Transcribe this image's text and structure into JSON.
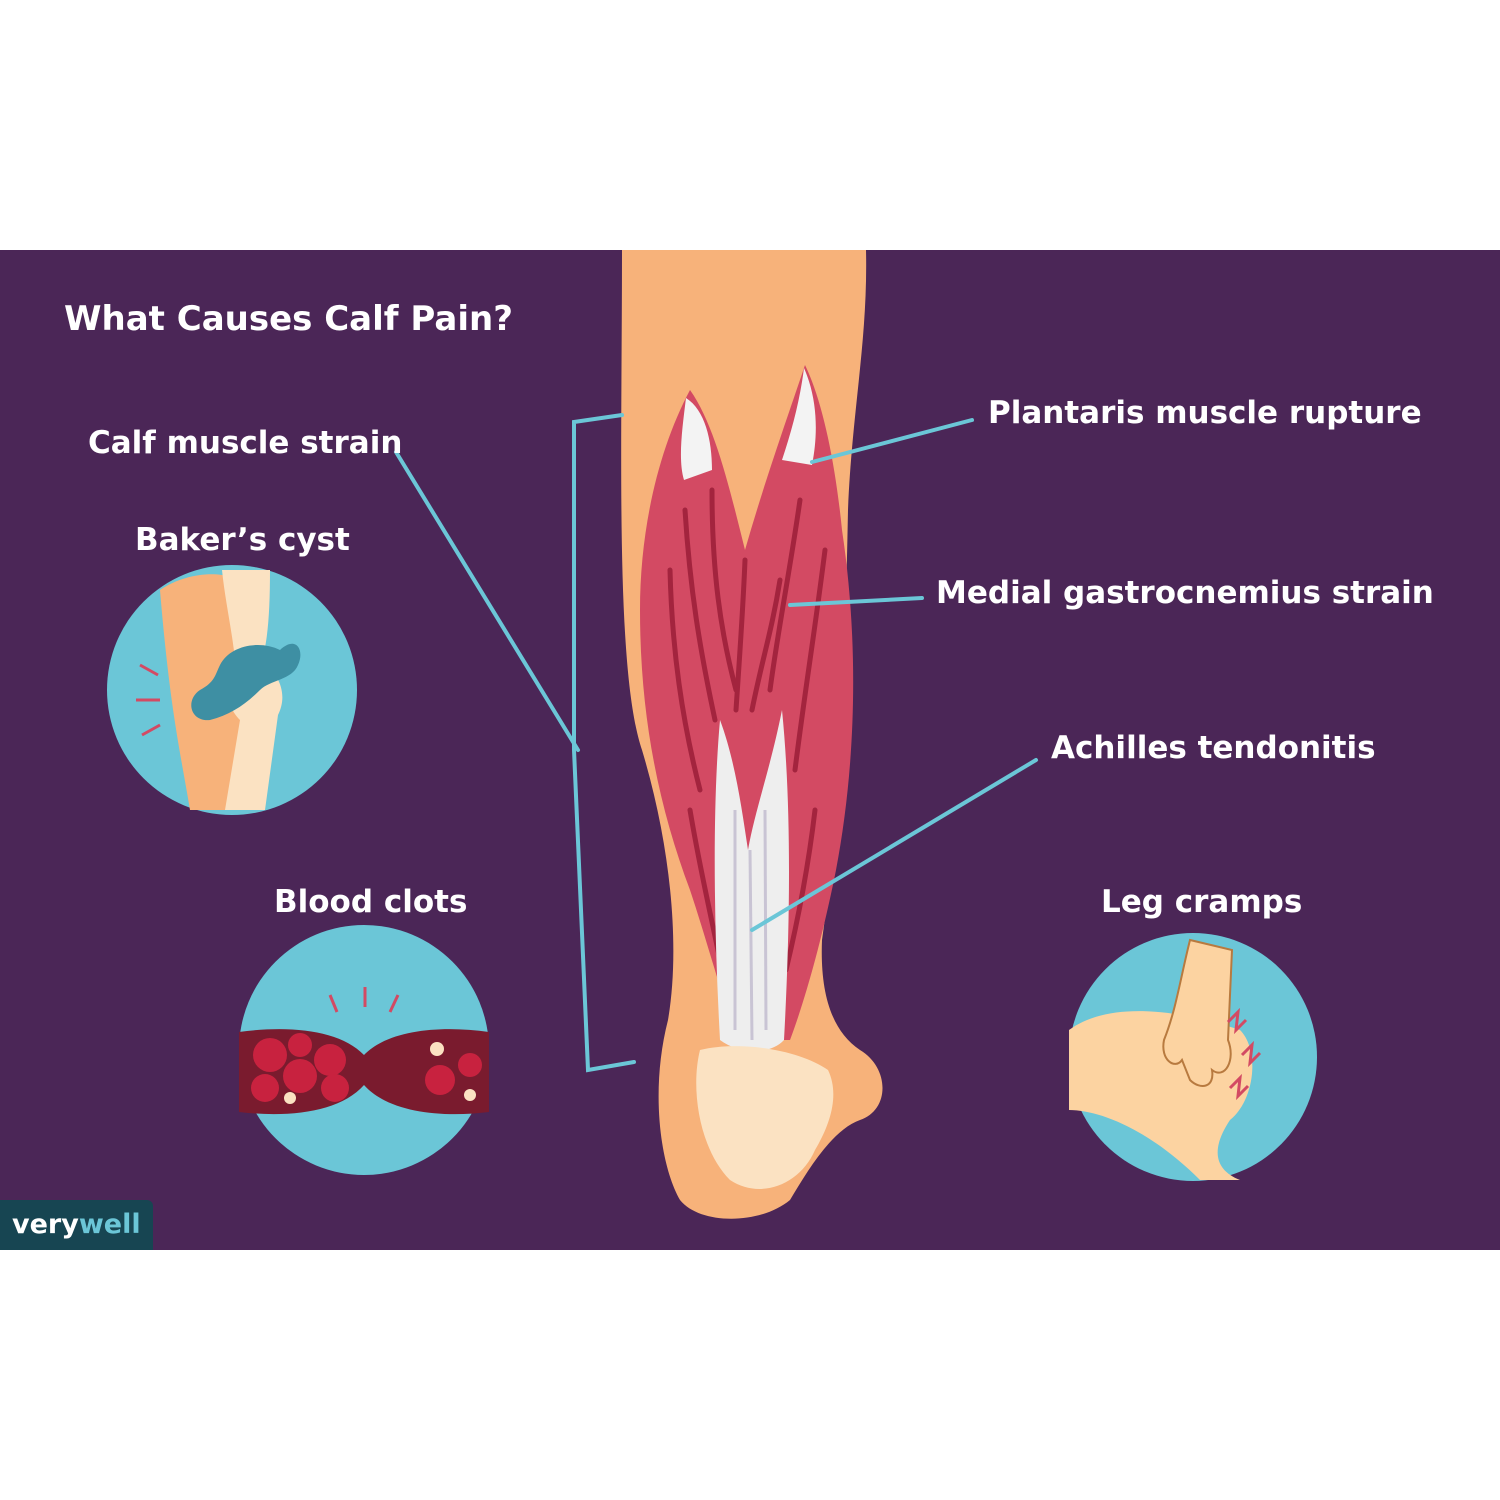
{
  "title": "What Causes Calf Pain?",
  "labels": {
    "calf_muscle_strain": "Calf muscle strain",
    "bakers_cyst": "Baker’s cyst",
    "blood_clots": "Blood clots",
    "plantaris": "Plantaris muscle rupture",
    "medial_gastrocnemius": "Medial gastrocnemius strain",
    "achilles": "Achilles tendonitis",
    "leg_cramps": "Leg cramps"
  },
  "brand": {
    "part1": "very",
    "part2": "well"
  },
  "colors": {
    "background": "#4b2657",
    "skin": "#f7b27a",
    "muscle": "#d34a63",
    "tendon": "#eeeeee",
    "circle": "#6bc6d7",
    "leader_line": "#6bc6d7",
    "brand_bg": "#174552"
  }
}
